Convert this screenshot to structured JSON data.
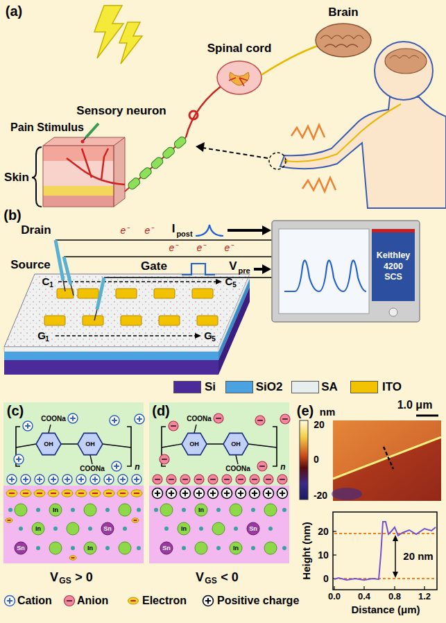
{
  "diagram": {
    "nodes": [
      {
        "text": [
          "Keithley 4200 SCS"
        ]
      }
    ],
    "labels": [
      "(a)",
      "Brain",
      "Spinal cord",
      "Sensory neuron",
      "Pain Stimulus",
      "Skin",
      "(b)",
      "Drain",
      "e⁻",
      "e⁻",
      "I",
      "post",
      "Source",
      "e⁻",
      "e⁻",
      "e⁻",
      "C",
      "1",
      "C",
      "5",
      "Gate",
      "V",
      "pre",
      "G",
      "1",
      "G",
      "5",
      "(c)",
      "COONa",
      "COONa",
      "OH",
      "OH",
      "n",
      "In",
      "In",
      "In",
      "Sn",
      "Sn",
      "V",
      "GS",
      "> 0",
      "(d)",
      "COONa",
      "COONa",
      "OH",
      "OH",
      "n",
      "In",
      "In",
      "In",
      "Sn",
      "Sn",
      "V",
      "GS",
      "< 0",
      "(e)",
      "1.0 μm",
      "nm",
      "20",
      "0",
      "-20",
      "20",
      "10",
      "0",
      "0.0",
      "0.4",
      "0.8",
      "1.2",
      "20 nm",
      "Height (nm)",
      "Distance (μm)"
    ],
    "legend": [
      {
        "text": "Si",
        "color": "#4b2a9a"
      },
      {
        "text": "SiO2",
        "color": "#4aa3e0"
      },
      {
        "text": "SA",
        "color": "#e6eeee"
      },
      {
        "text": "ITO",
        "color": "#f2c200"
      },
      {
        "text": "Cation"
      },
      {
        "text": "Anion"
      },
      {
        "text": "Electron"
      },
      {
        "text": "Positive charge"
      }
    ]
  }
}
